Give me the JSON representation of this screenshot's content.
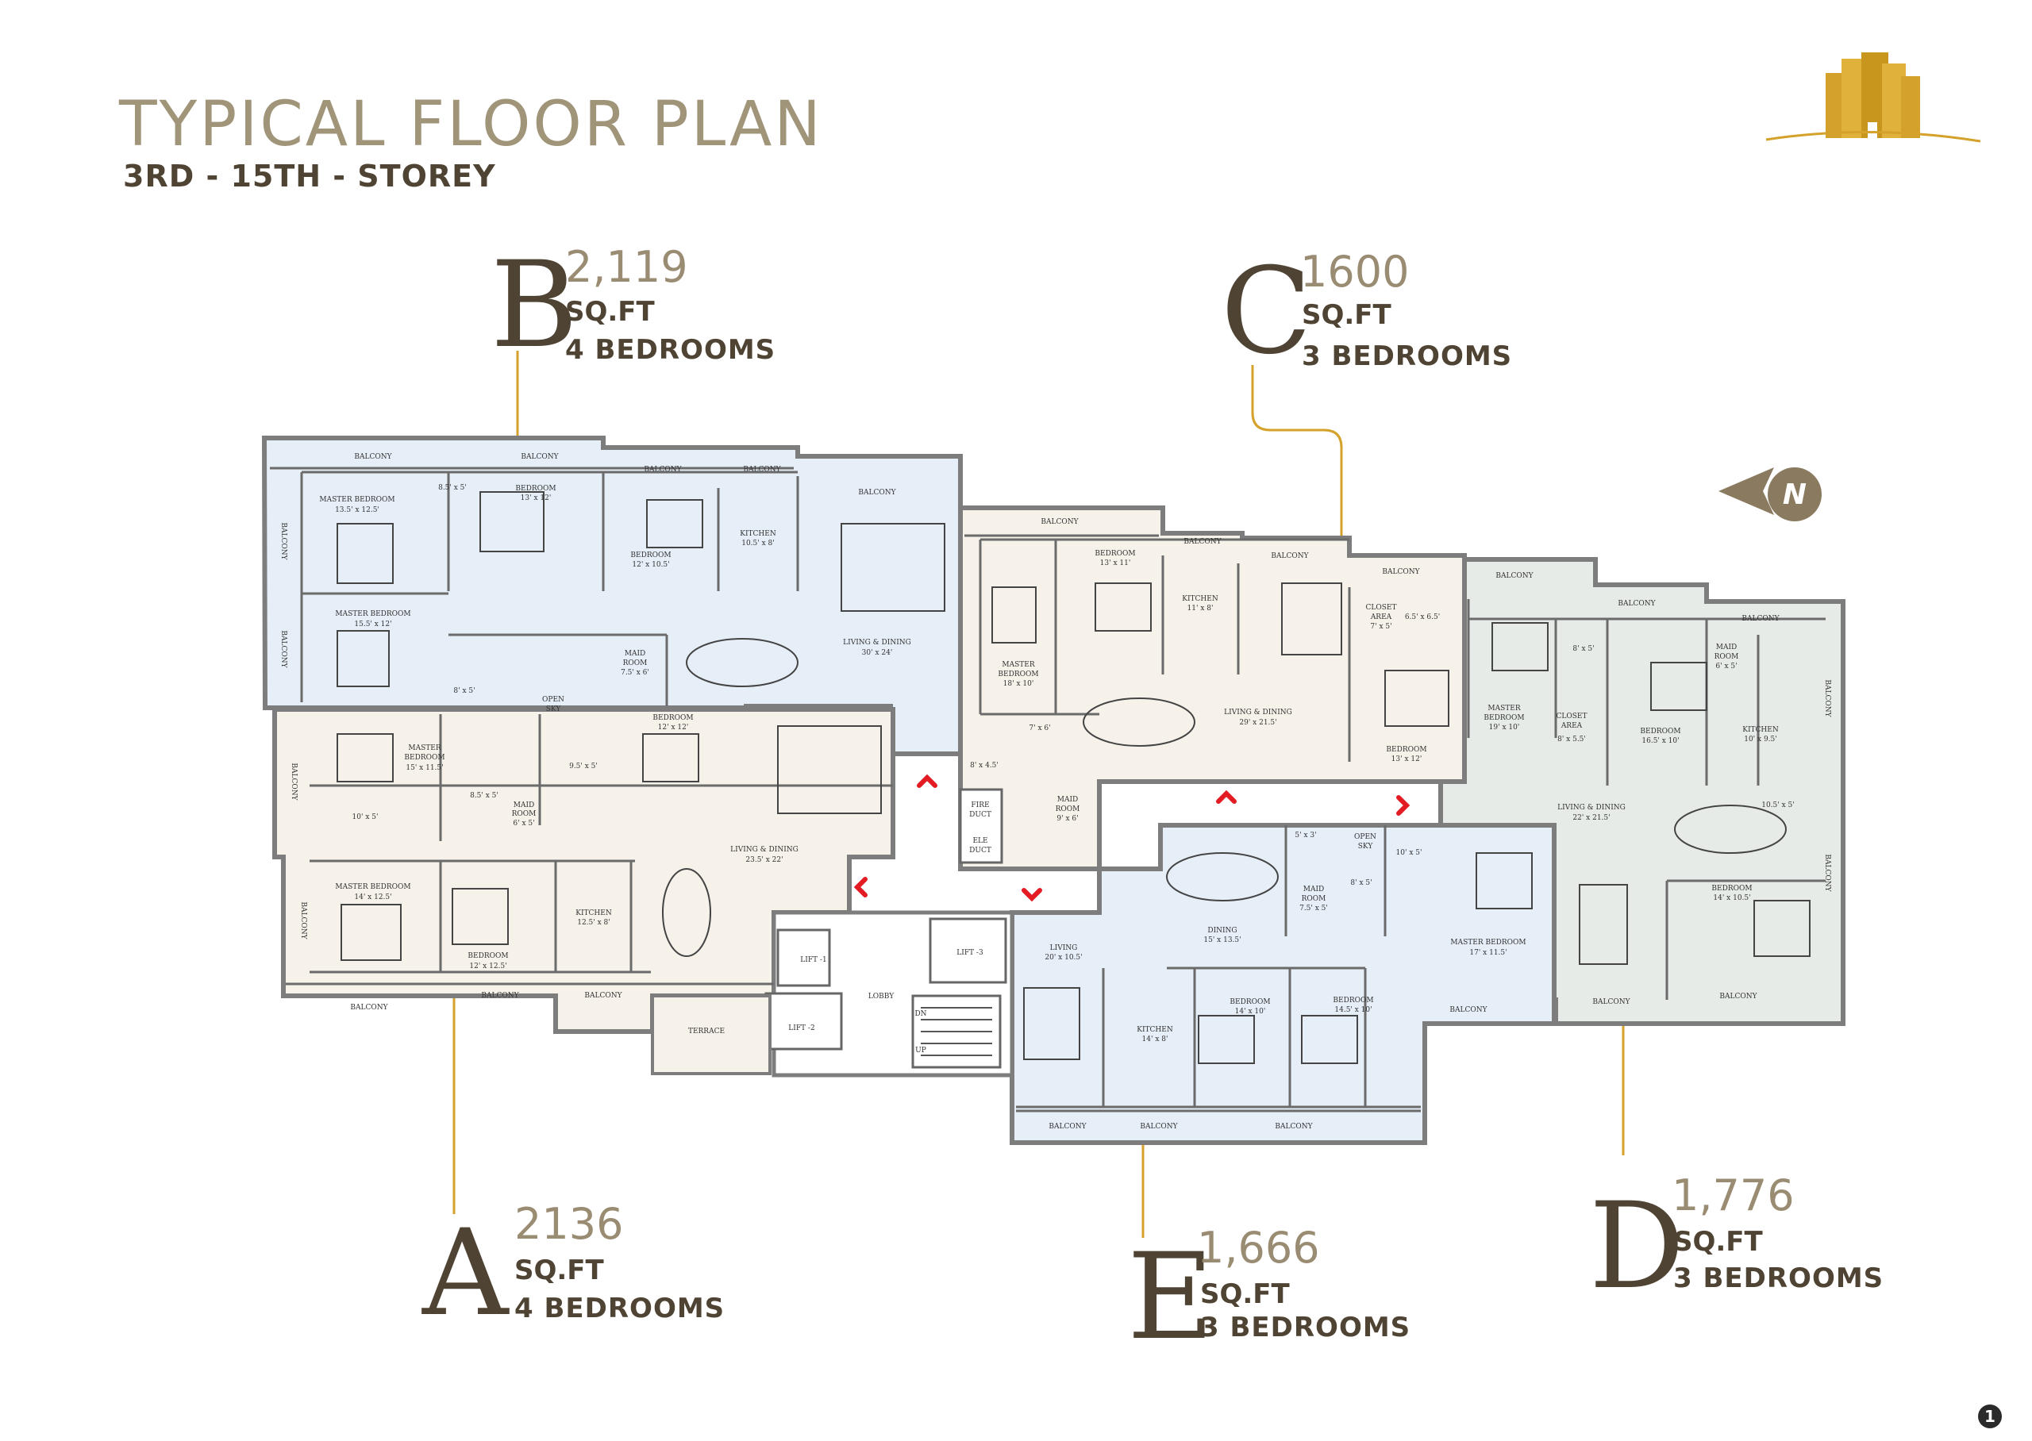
{
  "header": {
    "title": "TYPICAL FLOOR PLAN",
    "subtitle": "3RD - 15TH -  STOREY"
  },
  "units": {
    "A": {
      "letter": "A",
      "area": "2136",
      "unit": "SQ.FT",
      "bedrooms": "4 BEDROOMS"
    },
    "B": {
      "letter": "B",
      "area": "2,119",
      "unit": "SQ.FT",
      "bedrooms": "4  BEDROOMS"
    },
    "C": {
      "letter": "C",
      "area": "1600",
      "unit": "SQ.FT",
      "bedrooms": "3 BEDROOMS"
    },
    "D": {
      "letter": "D",
      "area": "1,776",
      "unit": "SQ.FT",
      "bedrooms": "3 BEDROOMS"
    },
    "E": {
      "letter": "E",
      "area": "1,666",
      "unit": "SQ.FT",
      "bedrooms": "3 BEDROOMS"
    }
  },
  "compass": {
    "label": "N",
    "icon": "north-arrow-icon"
  },
  "logo": {
    "icon": "building-logo-icon",
    "color": "#d4a22a"
  },
  "colors": {
    "accent_gold": "#d4a22a",
    "text_dark": "#4f4333",
    "text_tan": "#9a8c72",
    "unit_a": "#f6f2ea",
    "unit_b": "#e6eef7",
    "unit_c": "#f6f2ea",
    "unit_d": "#e7ebe8",
    "unit_e": "#e6eef7",
    "core": "#ffffff",
    "arrow_red": "#e31b23"
  },
  "rooms": {
    "b": [
      "BALCONY",
      "BALCONY",
      "BALCONY",
      "BALCONY",
      "MASTER BEDROOM",
      "13.5' x 12.5'",
      "BEDROOM",
      "13' x 12'",
      "BEDROOM",
      "12' x 10.5'",
      "KITCHEN",
      "10.5' x 8'",
      "MASTER BEDROOM",
      "15.5' x 12'",
      "MAID",
      "ROOM",
      "7.5' x 6'",
      "LIVING & DINING",
      "30' x 24'",
      "BALCONY",
      "BALCONY",
      "8.5' x 5'",
      "8' x 5'"
    ],
    "a": [
      "BALCONY",
      "MASTER",
      "BEDROOM",
      "15' x 11.5'",
      "BEDROOM",
      "12' x 12'",
      "10' x 5'",
      "MASTER BEDROOM",
      "14' x 12.5'",
      "BEDROOM",
      "12' x 12.5'",
      "KITCHEN",
      "12.5' x 8'",
      "LIVING & DINING",
      "23.5' x 22'",
      "BALCONY",
      "BALCONY",
      "BALCONY",
      "BALCONY",
      "TERRACE",
      "MAID",
      "ROOM",
      "6' x 5'",
      "OPEN",
      "SKY",
      "9.5' x 5'",
      "8.5' x 5'"
    ],
    "c": [
      "BALCONY",
      "BALCONY",
      "BALCONY",
      "BALCONY",
      "MASTER",
      "BEDROOM",
      "18' x 10'",
      "BEDROOM",
      "13' x 11'",
      "KITCHEN",
      "11' x 8'",
      "LIVING & DINING",
      "29' x 21.5'",
      "BEDROOM",
      "13' x 12'",
      "CLOSET",
      "AREA",
      "7' x 5'",
      "6.5' x 6.5'",
      "MAID",
      "ROOM",
      "9' x 6'",
      "7' x 6'",
      "8' x 4.5'"
    ],
    "core": [
      "FIRE",
      "DUCT",
      "ELE",
      "DUCT",
      "LIFT -1",
      "LIFT -2",
      "LIFT -3",
      "LOBBY",
      "DN",
      "UP"
    ],
    "d": [
      "BALCONY",
      "BALCONY",
      "BALCONY",
      "BALCONY",
      "BALCONY",
      "BALCONY",
      "MASTER",
      "BEDROOM",
      "19' x 10'",
      "CLOSET",
      "AREA",
      "8' x 5.5'",
      "BEDROOM",
      "16.5' x 10'",
      "MAID",
      "ROOM",
      "6' x 5'",
      "KITCHEN",
      "10' x 9.5'",
      "LIVING & DINING",
      "22' x 21.5'",
      "BEDROOM",
      "14' x 10.5'",
      "10.5' x 5'",
      "8' x 5'"
    ],
    "e": [
      "LIVING",
      "20' x 10.5'",
      "DINING",
      "15' x 13.5'",
      "KITCHEN",
      "14' x 8'",
      "BEDROOM",
      "14' x 10'",
      "BEDROOM",
      "14.5' x 10'",
      "MAID",
      "ROOM",
      "7.5' x 5'",
      "MASTER BEDROOM",
      "17' x 11.5'",
      "BALCONY",
      "BALCONY",
      "BALCONY",
      "BALCONY",
      "OPEN",
      "SKY",
      "10' x 5'",
      "8' x 5'",
      "5' x 3'"
    ]
  },
  "page_number": "1"
}
